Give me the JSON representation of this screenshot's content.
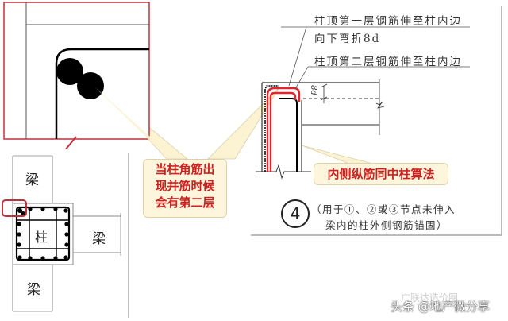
{
  "left_plan": {
    "beam_top_label": "梁",
    "column_label": "柱",
    "beam_right_label": "梁",
    "beam_bottom_label": "梁"
  },
  "callout_left": {
    "lines": [
      "当柱角筋出",
      "现并筋时候",
      "会有第二层"
    ],
    "text_color": "#d01f1f",
    "bg_color": "#fdf6dc"
  },
  "callout_right": {
    "text": "内侧纵筋同中柱算法",
    "text_color": "#d01f1f",
    "bg_color": "#fdf6dc"
  },
  "detail": {
    "note_first_layer_line1": "柱顶第一层钢筋伸至柱内边",
    "note_first_layer_line2": "向下弯折8d",
    "note_second_layer": "柱顶第二层钢筋伸至柱内边",
    "dimension_label": "8d",
    "node_number": "4",
    "caption_line1": "（用于①、②或③节点未伸入",
    "caption_line2": "梁内的柱外侧钢筋锚固）"
  },
  "highlight_colors": {
    "zoom_frame": "#c0303a",
    "red_rebar": "#e0262c"
  },
  "watermark": {
    "faint_text": "广联达造价圈",
    "text": "头条 @地产微分享"
  }
}
